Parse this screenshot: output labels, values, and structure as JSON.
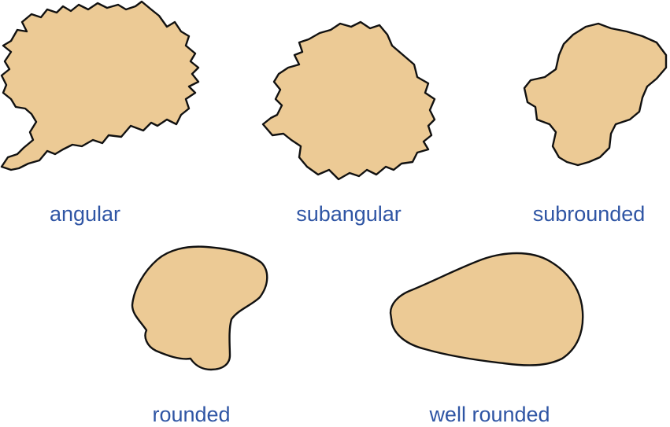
{
  "colors": {
    "grain_fill": "#ecca95",
    "grain_stroke": "#111111",
    "label": "#2f55a4"
  },
  "grains": [
    {
      "id": "angular",
      "label": "angular"
    },
    {
      "id": "subangular",
      "label": "subangular"
    },
    {
      "id": "subrounded",
      "label": "subrounded"
    },
    {
      "id": "rounded",
      "label": "rounded"
    },
    {
      "id": "well-rounded",
      "label": "well rounded"
    }
  ]
}
